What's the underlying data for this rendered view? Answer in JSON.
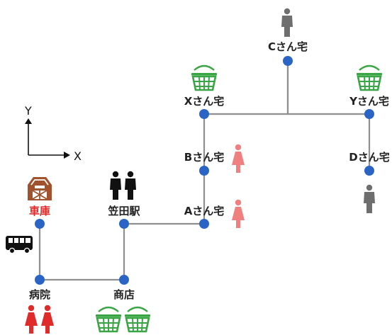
{
  "diagram": {
    "nodes": {
      "garage": "車庫",
      "hospital": "病院",
      "shop": "商店",
      "station": "笠田駅",
      "house_a": "Aさん宅",
      "house_b": "Bさん宅",
      "house_x": "Xさん宅",
      "house_c": "Cさん宅",
      "house_y": "Yさん宅",
      "house_d": "Dさん宅"
    },
    "axes": {
      "x": "X",
      "y": "Y"
    },
    "colors": {
      "route_line": "#8f8f8f",
      "node": "#2a64c5",
      "garage_label": "#e02b2b",
      "basket": "#3aa545",
      "person_red": "#e02b2b",
      "person_pink": "#f08080",
      "person_gray": "#6e6e6e",
      "person_black": "#111111",
      "barn": "#a0522d",
      "bus": "#111111"
    },
    "icons": [
      "barn-icon",
      "bus-icon",
      "person-icon",
      "shopping-basket-icon"
    ]
  }
}
